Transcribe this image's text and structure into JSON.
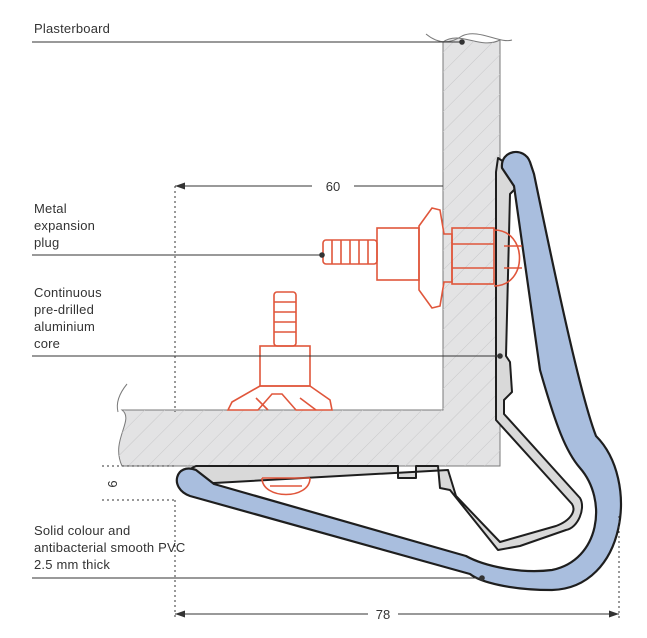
{
  "labels": {
    "plasterboard": [
      "Plasterboard"
    ],
    "expansion_plug": [
      "Metal",
      "expansion",
      "plug"
    ],
    "aluminium_core": [
      "Continuous",
      "pre-drilled",
      "aluminium",
      "core"
    ],
    "pvc": [
      "Solid colour and",
      "antibacterial smooth PVC",
      "2.5 mm thick"
    ]
  },
  "dimensions": {
    "width_top": "60",
    "height_left": "6",
    "width_bottom": "78"
  },
  "colors": {
    "wall_fill": "#e3e3e4",
    "hatch": "#c7c7c9",
    "pvc_blue": "#a9bede",
    "outline": "#1e1e1e",
    "aluminium": "#d9d9d9",
    "screw_red": "#e0563b",
    "leader": "#333333"
  }
}
